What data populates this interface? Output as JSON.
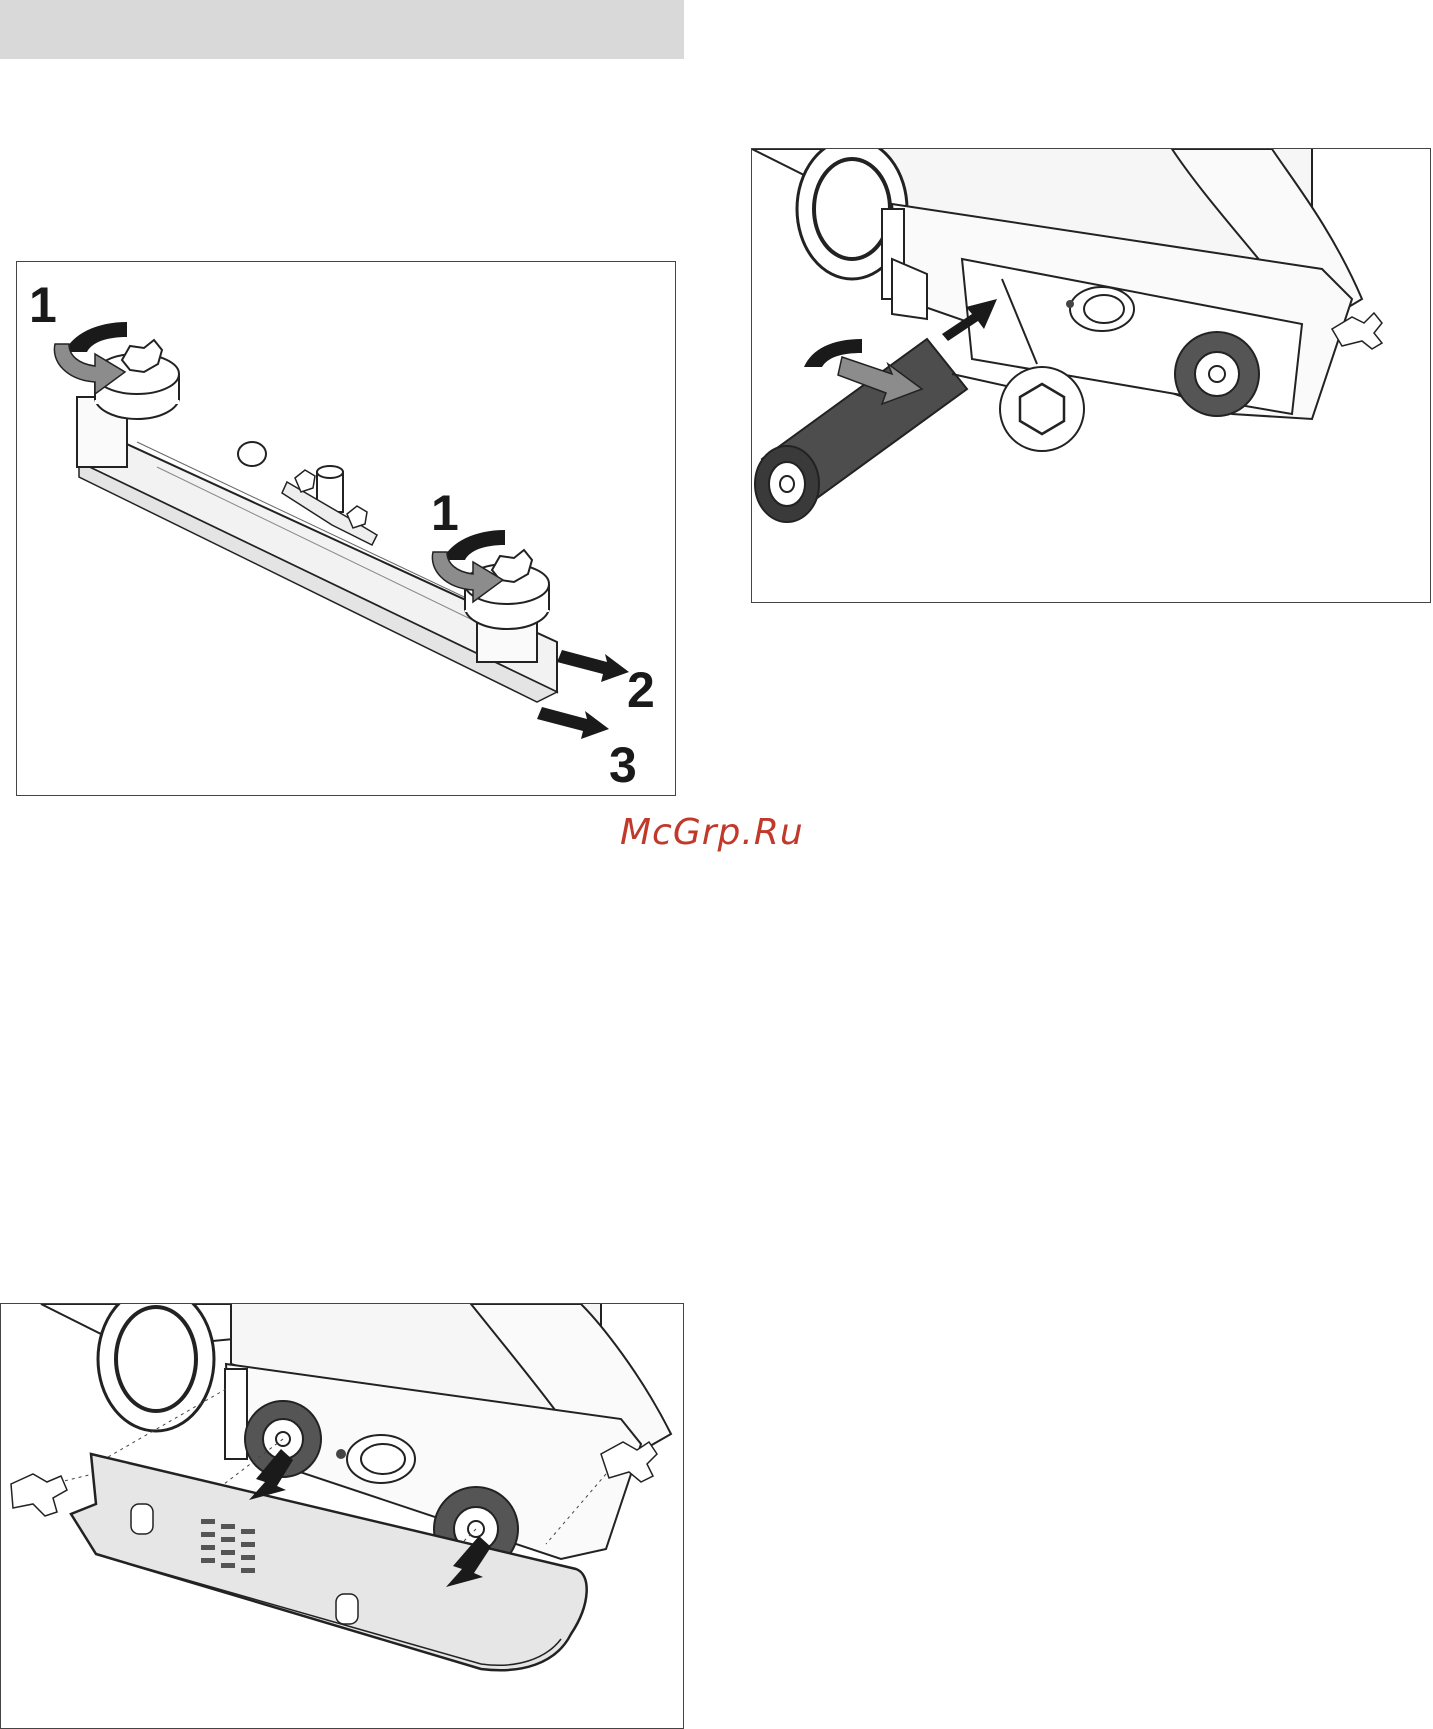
{
  "header": {
    "background": "#d9d9d9"
  },
  "watermark": {
    "text": "McGrp.Ru",
    "color": "#c0392b"
  },
  "figures": {
    "squeegee": {
      "callouts": {
        "knob_left": "1",
        "knob_right": "1",
        "pull_out": "2",
        "remove": "3"
      }
    },
    "brush_roller": {},
    "side_cover": {}
  }
}
